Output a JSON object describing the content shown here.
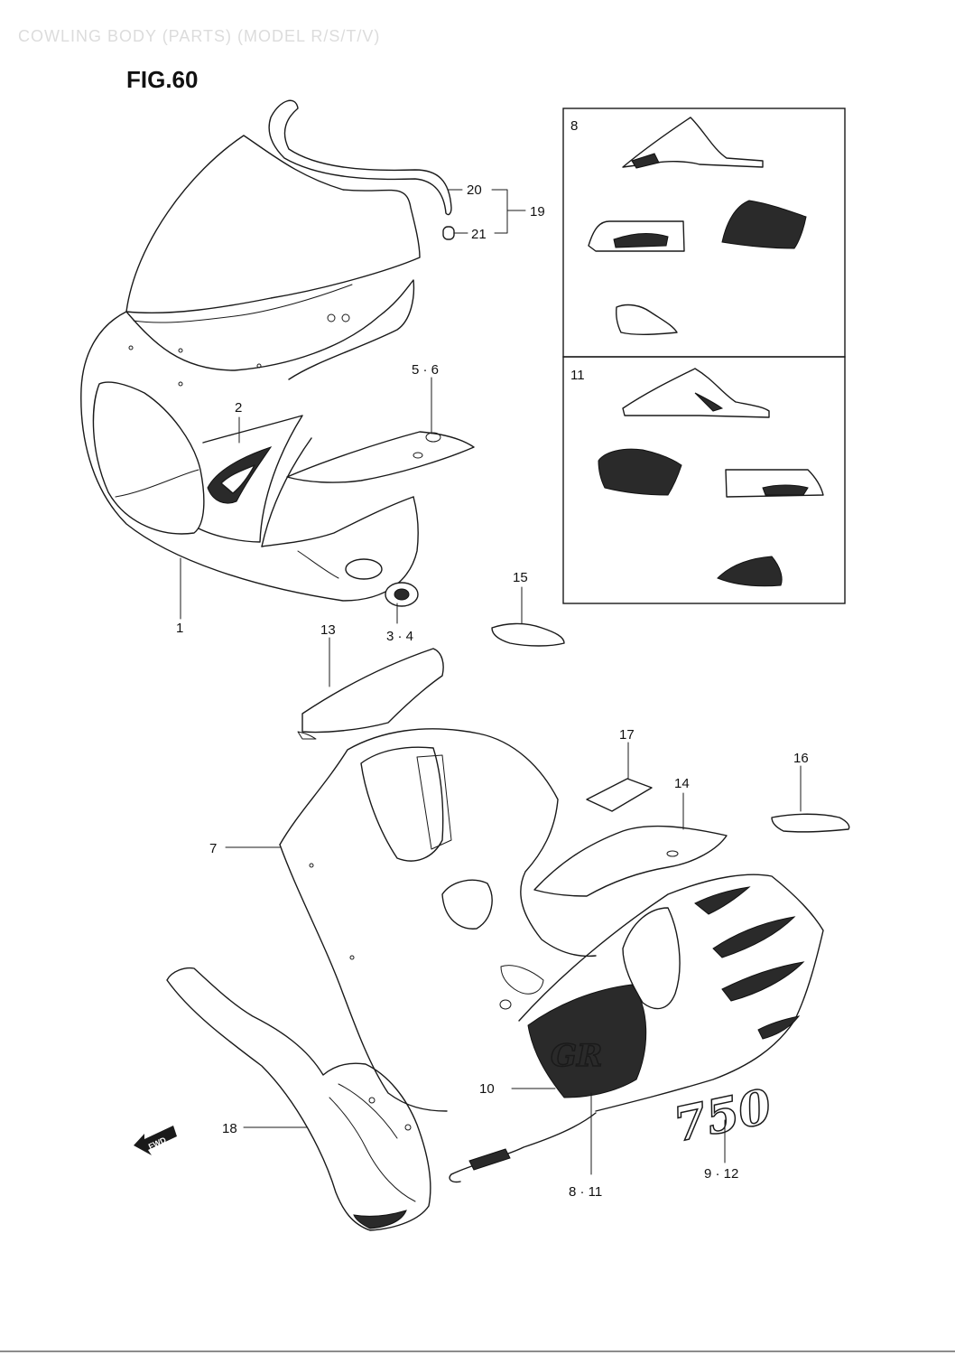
{
  "figure": {
    "title": "FIG.60",
    "header_faint": "COWLING BODY (PARTS) (MODEL R/S/T/V)"
  },
  "callouts": {
    "c1": "1",
    "c2": "2",
    "c3_4": "3 · 4",
    "c5_6": "5 · 6",
    "c7": "7",
    "c8_11": "8 · 11",
    "c9_12": "9 · 12",
    "c10": "10",
    "c13": "13",
    "c14": "14",
    "c15": "15",
    "c16": "16",
    "c17": "17",
    "c18": "18",
    "c19": "19",
    "c20": "20",
    "c21": "21"
  },
  "inset_boxes": {
    "box8_label": "8",
    "box11_label": "11"
  },
  "decals": {
    "model_number": "750",
    "fwd_arrow": "FWD"
  },
  "colors": {
    "line": "#1a1a1a",
    "background": "#ffffff"
  }
}
